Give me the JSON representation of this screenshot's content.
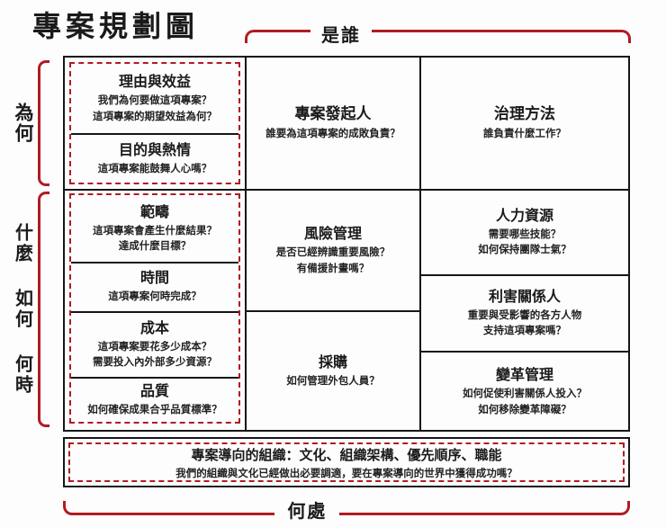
{
  "title": "專案規劃圖",
  "colors": {
    "red_accent": "#b01c22",
    "ink": "#1a1a1a",
    "background": "#fdfdfd"
  },
  "brackets": {
    "who": "是誰",
    "why": "為何",
    "what_how_when": "什麼 如何 何時",
    "where": "何處"
  },
  "cells": {
    "rationale": {
      "title": "理由與效益",
      "desc": "我們為何要做這項專案？\n這項專案的期望效益為何？"
    },
    "purpose": {
      "title": "目的與熱情",
      "desc": "這項專案能鼓舞人心嗎？"
    },
    "sponsor": {
      "title": "專案發起人",
      "desc": "誰要為這項專案的成敗負責？"
    },
    "governance": {
      "title": "治理方法",
      "desc": "誰負責什麼工作？"
    },
    "scope": {
      "title": "範疇",
      "desc": "這項專案會產生什麼結果？\n達成什麼目標？"
    },
    "time": {
      "title": "時間",
      "desc": "這項專案何時完成？"
    },
    "cost": {
      "title": "成本",
      "desc": "這項專案要花多少成本？\n需要投入內外部多少資源？"
    },
    "quality": {
      "title": "品質",
      "desc": "如何確保成果合乎品質標準？"
    },
    "risk": {
      "title": "風險管理",
      "desc": "是否已經辨識重要風險？\n有備援計畫嗎？"
    },
    "procurement": {
      "title": "採購",
      "desc": "如何管理外包人員？"
    },
    "hr": {
      "title": "人力資源",
      "desc": "需要哪些技能？\n如何保持團隊士氣？"
    },
    "stakeholders": {
      "title": "利害關係人",
      "desc": "重要與受影響的各方人物\n支持這項專案嗎？"
    },
    "change": {
      "title": "變革管理",
      "desc": "如何促使利害關係人投入？\n如何移除變革障礙？"
    },
    "org": {
      "title": "專案導向的組織：文化、組織架構、優先順序、職能",
      "desc": "我們的組織與文化已經做出必要調適，要在專案導向的世界中獲得成功嗎？"
    }
  }
}
